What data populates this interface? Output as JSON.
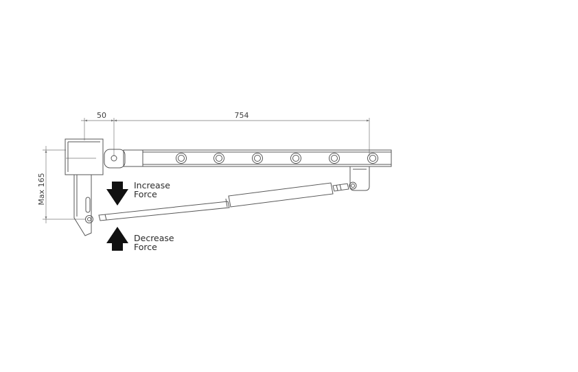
{
  "dimensions": {
    "pivot_offset": "50",
    "arm_length": "754",
    "max_drop": "Max 165"
  },
  "labels": {
    "increase_line1": "Increase",
    "increase_line2": "Force",
    "decrease_line1": "Decrease",
    "decrease_line2": "Force"
  },
  "arrows": {
    "increase_icon": "arrow-down-icon",
    "decrease_icon": "arrow-up-icon"
  },
  "colors": {
    "line": "#555555",
    "fill": "#ffffff",
    "arrow": "#111111"
  }
}
